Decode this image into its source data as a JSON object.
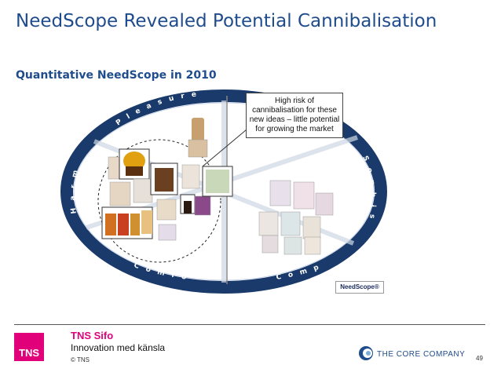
{
  "slide": {
    "title": "NeedScope Revealed Potential Cannibalisation",
    "subtitle": "Quantitative NeedScope in 2010"
  },
  "diagram": {
    "ring_labels": {
      "pleasure": "P l e a s u r e",
      "harmony": "H a r m o n y",
      "sophistication": "S o p h i s t i c a t i o n",
      "comfort": "C o m f o r t",
      "composure": "C o m p o s u r e"
    },
    "callout": [
      "High risk of",
      "cannibalisation for these",
      "new ideas – little potential",
      "for growing the market"
    ],
    "brand_logo": "NeedScope®",
    "colors": {
      "ring": "#1a3a6b",
      "accent": "#e2007a"
    }
  },
  "footer": {
    "logo_text": "TNS",
    "company": "TNS Sifo",
    "tagline": "Innovation med känsla",
    "copyright": "© TNS",
    "partner": "THE CORE COMPANY",
    "page": "49"
  }
}
